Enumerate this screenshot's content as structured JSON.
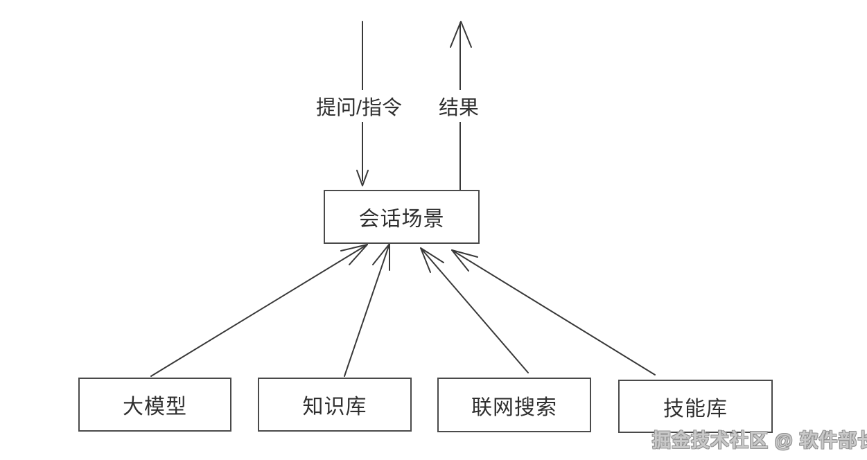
{
  "diagram": {
    "nodes": {
      "scene": {
        "label": "会话场景"
      },
      "llm": {
        "label": "大模型"
      },
      "kb": {
        "label": "知识库"
      },
      "web": {
        "label": "联网搜索"
      },
      "skills": {
        "label": "技能库"
      }
    },
    "edge_labels": {
      "input": "提问/指令",
      "output": "结果"
    },
    "connections": [
      {
        "from": null,
        "to": "会话场景",
        "label": "提问/指令",
        "direction": "in"
      },
      {
        "from": "会话场景",
        "to": null,
        "label": "结果",
        "direction": "out"
      },
      {
        "from": "大模型",
        "to": "会话场景",
        "label": null
      },
      {
        "from": "知识库",
        "to": "会话场景",
        "label": null
      },
      {
        "from": "联网搜索",
        "to": "会话场景",
        "label": null
      },
      {
        "from": "技能库",
        "to": "会话场景",
        "label": null
      }
    ]
  },
  "watermark": {
    "text": "掘金技术社区 @ 软件部长"
  },
  "colors": {
    "background": "#ffffff",
    "line": "#383838",
    "box_border": "#4a4a4a",
    "text": "#2f2f2f",
    "watermark": "#c9c9c9"
  }
}
